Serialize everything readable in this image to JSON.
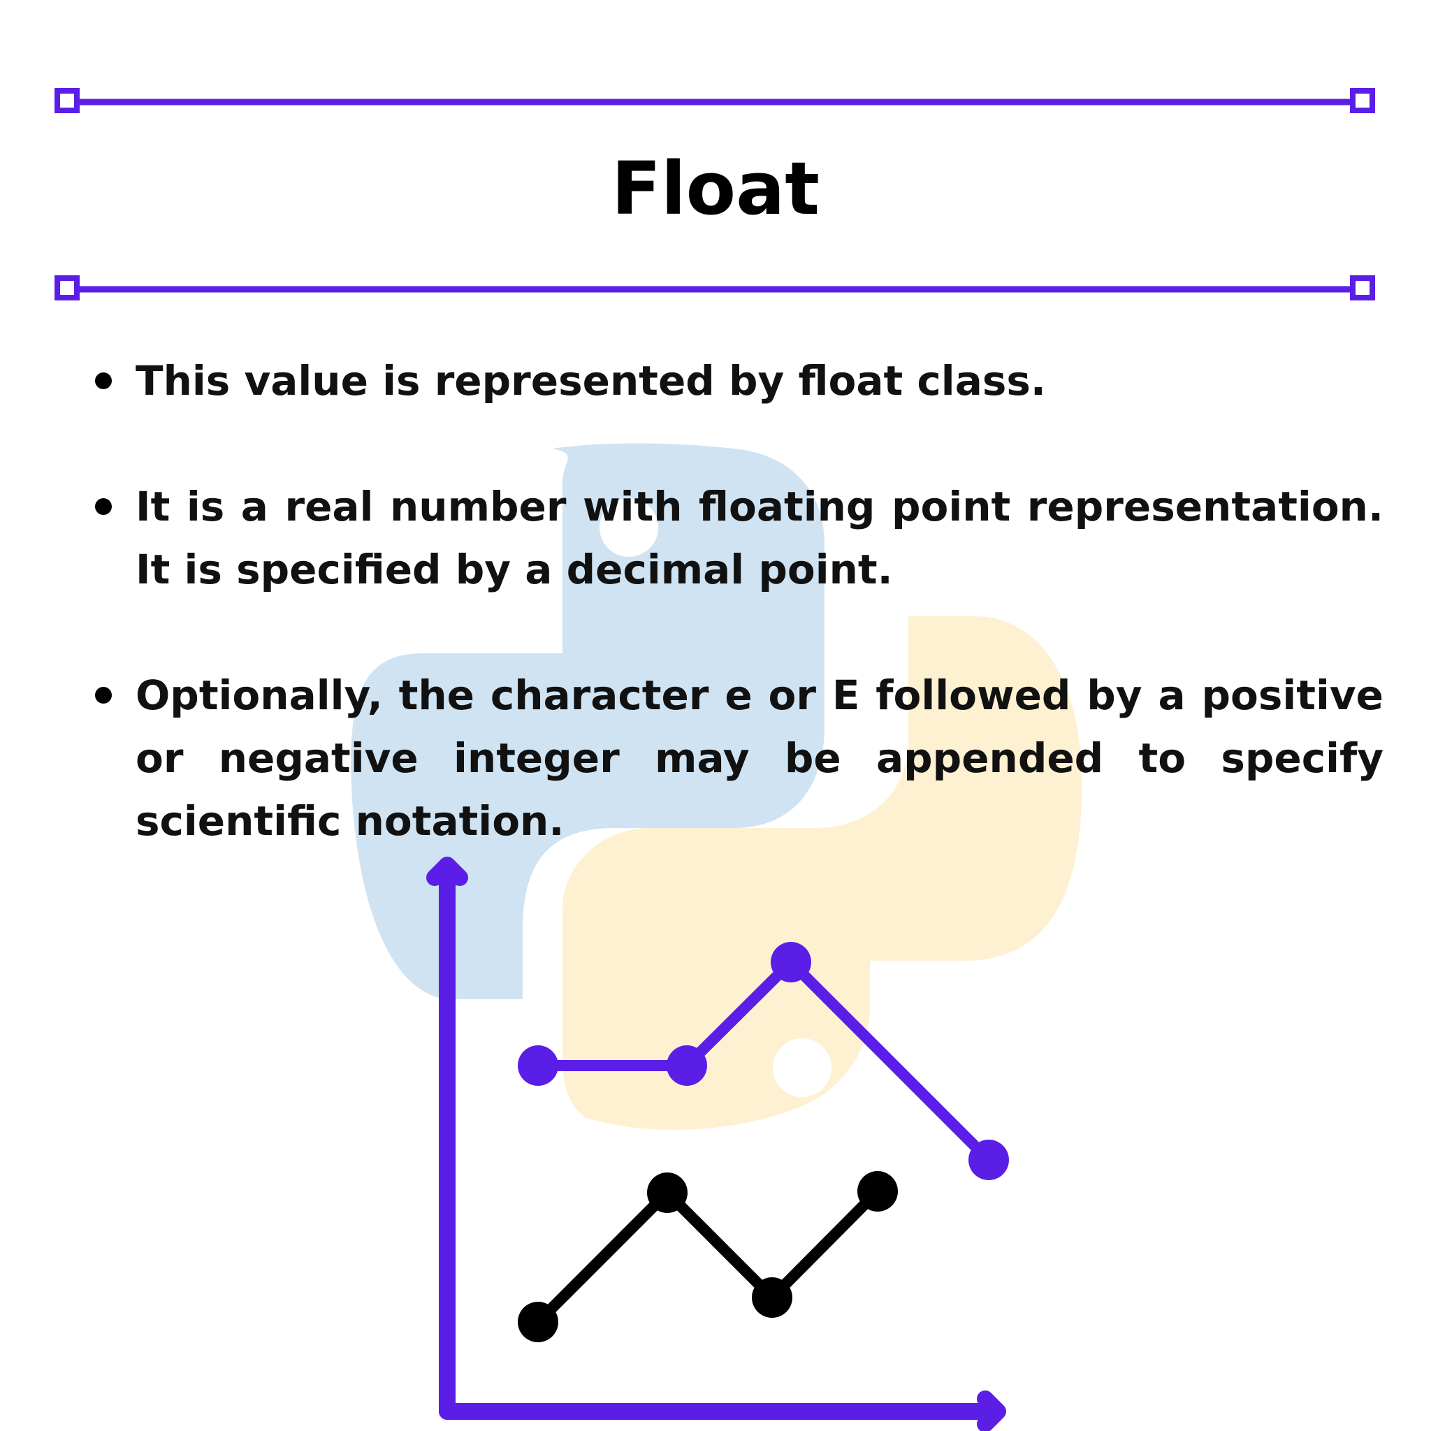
{
  "title": "Float",
  "bullets": [
    "This value is represented by float class.",
    "It is a real number with floating point representation. It is specified by a decimal point.",
    "Optionally, the character e or E followed by a positive or negative integer may be appended to specify scientific notation."
  ],
  "colors": {
    "accent": "#5b1ee6",
    "text": "#000000",
    "logo_blue": "#cfe3f2",
    "logo_yellow": "#fdf1d2"
  },
  "icons": [
    "python-logo-watermark",
    "line-chart-illustration"
  ]
}
